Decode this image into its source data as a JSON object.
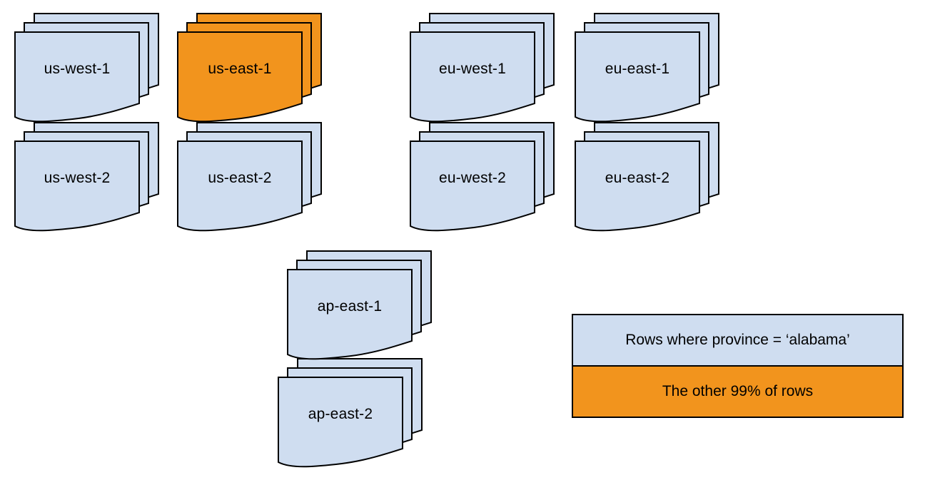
{
  "colors": {
    "background": "#ffffff",
    "page_blue": "#cfddf0",
    "highlight_orange": "#f2941d",
    "stroke": "#000000"
  },
  "stacks": [
    {
      "label": "us-west-1",
      "variant": "blue"
    },
    {
      "label": "us-east-1",
      "variant": "orange"
    },
    {
      "label": "eu-west-1",
      "variant": "blue"
    },
    {
      "label": "eu-east-1",
      "variant": "blue"
    },
    {
      "label": "us-west-2",
      "variant": "blue"
    },
    {
      "label": "us-east-2",
      "variant": "blue"
    },
    {
      "label": "eu-west-2",
      "variant": "blue"
    },
    {
      "label": "eu-east-2",
      "variant": "blue"
    },
    {
      "label": "ap-east-1",
      "variant": "blue"
    },
    {
      "label": "ap-east-2",
      "variant": "blue"
    }
  ],
  "legend": {
    "rows": [
      {
        "label": "Rows where province = ‘alabama’",
        "variant": "blue"
      },
      {
        "label": "The other 99% of rows",
        "variant": "orange"
      }
    ]
  }
}
